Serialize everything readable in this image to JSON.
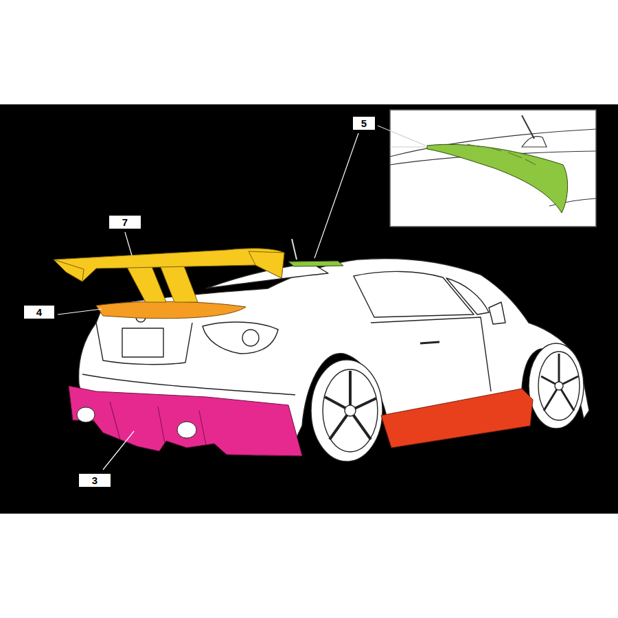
{
  "diagram": {
    "labels": [
      "5",
      "7",
      "4",
      "3"
    ]
  }
}
